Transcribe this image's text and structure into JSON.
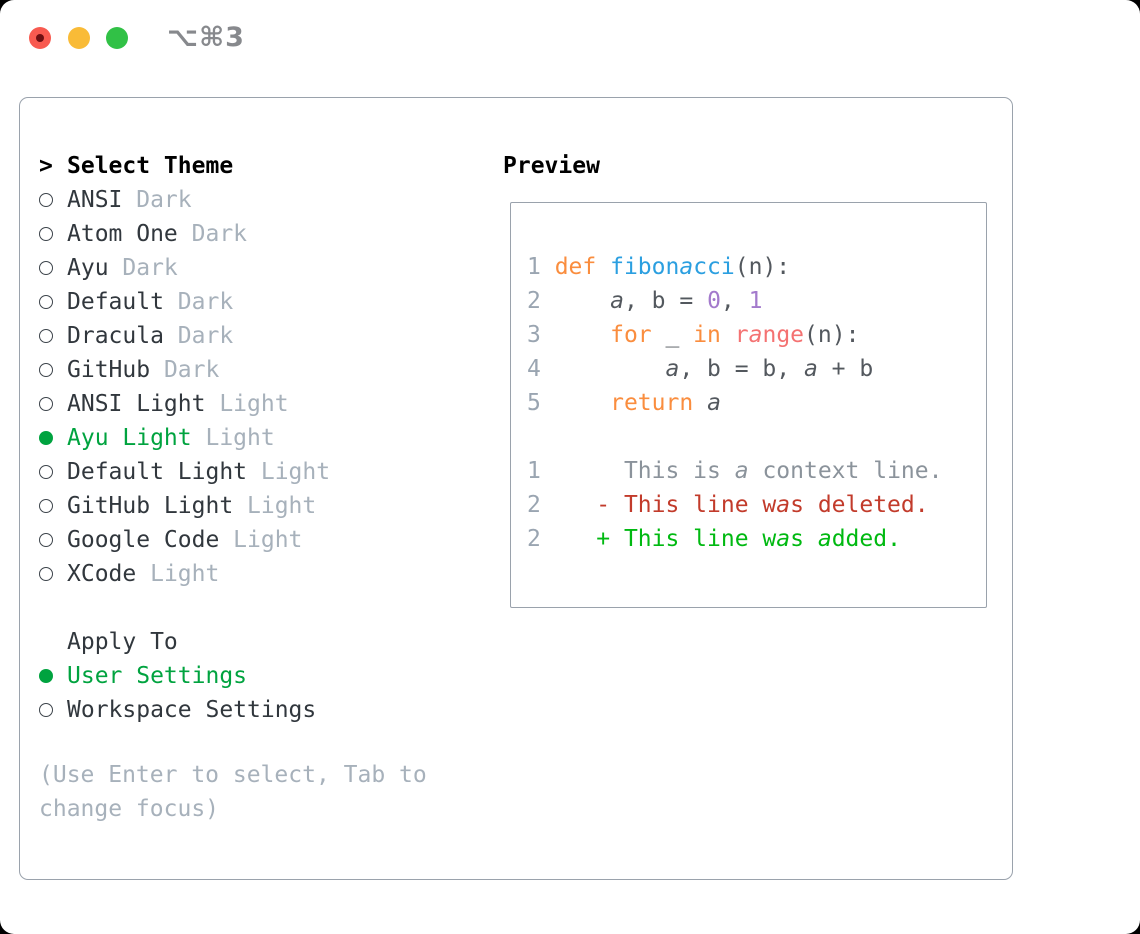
{
  "titlebar": {
    "shortcut": "⌥⌘3",
    "buttons": [
      "close",
      "minimize",
      "maximize"
    ]
  },
  "theme_list": {
    "header_marker": ">",
    "header": "Select Theme",
    "themes": [
      {
        "label": "ANSI",
        "variant": "Dark",
        "selected": false
      },
      {
        "label": "Atom One",
        "variant": "Dark",
        "selected": false
      },
      {
        "label": "Ayu",
        "variant": "Dark",
        "selected": false
      },
      {
        "label": "Default",
        "variant": "Dark",
        "selected": false
      },
      {
        "label": "Dracula",
        "variant": "Dark",
        "selected": false
      },
      {
        "label": "GitHub",
        "variant": "Dark",
        "selected": false
      },
      {
        "label": "ANSI Light",
        "variant": "Light",
        "selected": false
      },
      {
        "label": "Ayu Light",
        "variant": "Light",
        "selected": true
      },
      {
        "label": "Default Light",
        "variant": "Light",
        "selected": false
      },
      {
        "label": "GitHub Light",
        "variant": "Light",
        "selected": false
      },
      {
        "label": "Google Code",
        "variant": "Light",
        "selected": false
      },
      {
        "label": "XCode",
        "variant": "Light",
        "selected": false
      }
    ]
  },
  "apply_to": {
    "header": "Apply To",
    "options": [
      {
        "label": "User Settings",
        "selected": true
      },
      {
        "label": "Workspace Settings",
        "selected": false
      }
    ]
  },
  "help_text": "(Use Enter to select, Tab to change focus)",
  "preview": {
    "header": "Preview",
    "syntax_colors": {
      "ln": "#9aa5b1",
      "kw": "#fa8d3e",
      "fn": "#2b9fe0",
      "num": "#a37acc",
      "rng": "#f47272",
      "tx": "#53585e",
      "ctx": "#8b939b",
      "del": "#c23b2b",
      "add": "#00b911"
    },
    "lines": [
      {
        "segments": [
          [
            "1 ",
            "ln"
          ],
          [
            "def ",
            "kw"
          ],
          [
            "fibonacci",
            "fn"
          ],
          [
            "(n):",
            "tx"
          ]
        ]
      },
      {
        "segments": [
          [
            "2",
            "ln"
          ],
          [
            "     a, b = ",
            "tx"
          ],
          [
            "0",
            "num"
          ],
          [
            ", ",
            "tx"
          ],
          [
            "1",
            "num"
          ]
        ]
      },
      {
        "segments": [
          [
            "3",
            "ln"
          ],
          [
            "     ",
            "tx"
          ],
          [
            "for",
            "kw"
          ],
          [
            " _ ",
            "tx"
          ],
          [
            "in",
            "kw"
          ],
          [
            " ",
            "tx"
          ],
          [
            "range",
            "rng"
          ],
          [
            "(n):",
            "tx"
          ]
        ]
      },
      {
        "segments": [
          [
            "4",
            "ln"
          ],
          [
            "         a, b = b, a + b",
            "tx"
          ]
        ]
      },
      {
        "segments": [
          [
            "5",
            "ln"
          ],
          [
            "     ",
            "tx"
          ],
          [
            "return",
            "kw"
          ],
          [
            " a",
            "tx"
          ]
        ]
      },
      {
        "segments": []
      },
      {
        "segments": [
          [
            "1",
            "ln"
          ],
          [
            "      This is a context line.",
            "ctx"
          ]
        ]
      },
      {
        "segments": [
          [
            "2",
            "ln"
          ],
          [
            "    - This line was deleted.",
            "del"
          ]
        ]
      },
      {
        "segments": [
          [
            "2",
            "ln"
          ],
          [
            "    + This line was added.",
            "add"
          ]
        ]
      }
    ]
  },
  "colors": {
    "panel_border": "#9aa2ac",
    "text_dark": "#31373d",
    "text_muted": "#a7b1bb",
    "selected_green": "#00a33f",
    "radio_ring": "#3d444b",
    "tl_red": "#f85a50",
    "tl_red_inner": "#6d0f12",
    "tl_yellow": "#f9bb37",
    "tl_green": "#31c146",
    "shortcut_text": "#87898d"
  }
}
